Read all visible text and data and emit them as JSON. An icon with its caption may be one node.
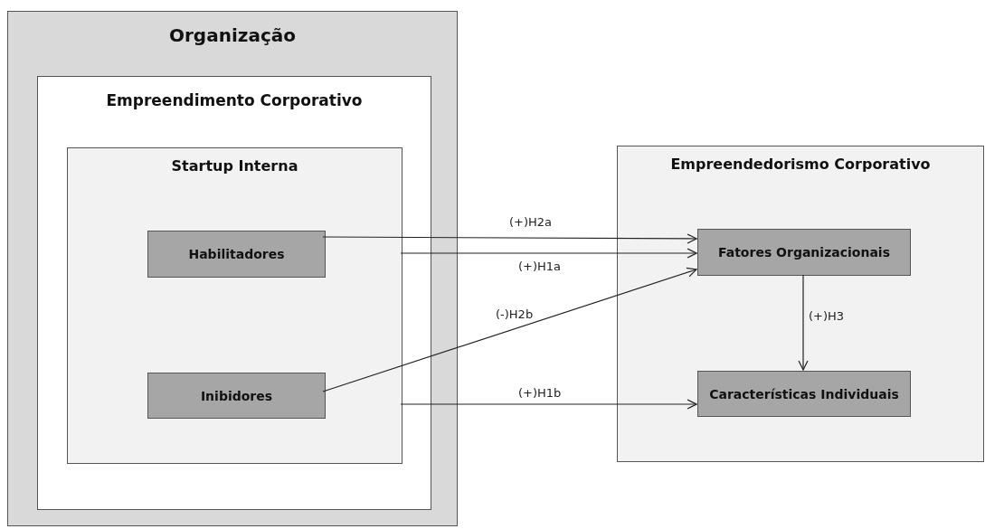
{
  "diagram": {
    "nodes": [
      {
        "text": [
          "Organização"
        ]
      },
      {
        "text": [
          "Empreendimento Corporativo"
        ],
        "in": 0
      },
      {
        "text": [
          "Startup Interna"
        ],
        "in": 1
      },
      {
        "text": [
          "Habilitadores"
        ],
        "in": 2
      },
      {
        "text": [
          "Inibidores"
        ],
        "in": 2
      },
      {
        "text": [
          "Empreendedorismo Corporativo"
        ]
      },
      {
        "text": [
          "Fatores Organizacionais"
        ],
        "in": 5
      },
      {
        "text": [
          "Características Individuais"
        ],
        "in": 5
      }
    ],
    "edges": [
      {
        "from": 3,
        "to": 6,
        "arrow": "to",
        "label": "(+)H2a"
      },
      {
        "from": 2,
        "to": 6,
        "arrow": "to",
        "label": "(+)H1a"
      },
      {
        "from": 4,
        "to": 6,
        "arrow": "to",
        "label": "(-)H2b"
      },
      {
        "from": 2,
        "to": 7,
        "arrow": "to",
        "label": "(+)H1b"
      },
      {
        "from": 6,
        "to": 7,
        "arrow": "to",
        "label": "(+)H3"
      }
    ]
  }
}
